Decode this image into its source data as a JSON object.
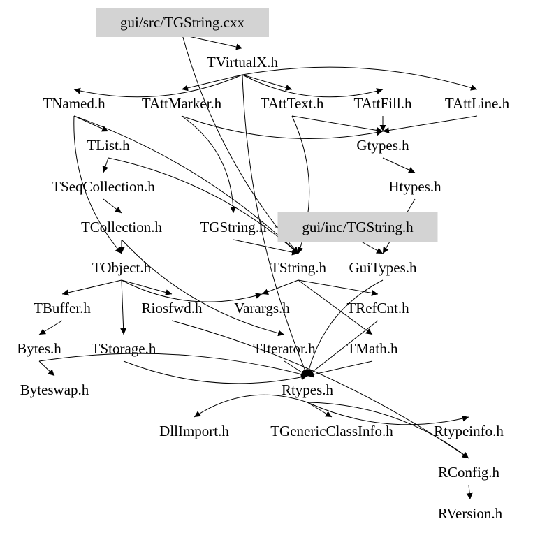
{
  "nodes": [
    {
      "id": "cxx",
      "label": "gui/src/TGString.cxx",
      "highlight": true
    },
    {
      "id": "TVirtualX",
      "label": "TVirtualX.h"
    },
    {
      "id": "TNamed",
      "label": "TNamed.h"
    },
    {
      "id": "TAttMarker",
      "label": "TAttMarker.h"
    },
    {
      "id": "TAttText",
      "label": "TAttText.h"
    },
    {
      "id": "TAttFill",
      "label": "TAttFill.h"
    },
    {
      "id": "TAttLine",
      "label": "TAttLine.h"
    },
    {
      "id": "TList",
      "label": "TList.h"
    },
    {
      "id": "Gtypes",
      "label": "Gtypes.h"
    },
    {
      "id": "TSeqCollection",
      "label": "TSeqCollection.h"
    },
    {
      "id": "Htypes",
      "label": "Htypes.h"
    },
    {
      "id": "TCollection",
      "label": "TCollection.h"
    },
    {
      "id": "TGStringH",
      "label": "TGString.h"
    },
    {
      "id": "guiinc",
      "label": "gui/inc/TGString.h",
      "highlight": true
    },
    {
      "id": "TObject",
      "label": "TObject.h"
    },
    {
      "id": "TString",
      "label": "TString.h"
    },
    {
      "id": "GuiTypes",
      "label": "GuiTypes.h"
    },
    {
      "id": "TBuffer",
      "label": "TBuffer.h"
    },
    {
      "id": "Riosfwd",
      "label": "Riosfwd.h"
    },
    {
      "id": "Varargs",
      "label": "Varargs.h"
    },
    {
      "id": "TRefCnt",
      "label": "TRefCnt.h"
    },
    {
      "id": "Bytes",
      "label": "Bytes.h"
    },
    {
      "id": "TStorage",
      "label": "TStorage.h"
    },
    {
      "id": "TIterator",
      "label": "TIterator.h"
    },
    {
      "id": "TMath",
      "label": "TMath.h"
    },
    {
      "id": "Byteswap",
      "label": "Byteswap.h"
    },
    {
      "id": "Rtypes",
      "label": "Rtypes.h"
    },
    {
      "id": "DllImport",
      "label": "DllImport.h"
    },
    {
      "id": "TGenericClassInfo",
      "label": "TGenericClassInfo.h"
    },
    {
      "id": "Rtypeinfo",
      "label": "Rtypeinfo.h"
    },
    {
      "id": "RConfig",
      "label": "RConfig.h"
    },
    {
      "id": "RVersion",
      "label": "RVersion.h"
    }
  ],
  "edges": [
    [
      "cxx",
      "TVirtualX"
    ],
    [
      "cxx",
      "TString"
    ],
    [
      "TVirtualX",
      "TNamed"
    ],
    [
      "TVirtualX",
      "TAttMarker"
    ],
    [
      "TVirtualX",
      "TAttText"
    ],
    [
      "TVirtualX",
      "TAttFill"
    ],
    [
      "TVirtualX",
      "TAttLine"
    ],
    [
      "TVirtualX",
      "Rtypes"
    ],
    [
      "TNamed",
      "TList"
    ],
    [
      "TNamed",
      "TObject"
    ],
    [
      "TNamed",
      "TString"
    ],
    [
      "TAttMarker",
      "Gtypes"
    ],
    [
      "TAttMarker",
      "TGStringH"
    ],
    [
      "TAttText",
      "Gtypes"
    ],
    [
      "TAttText",
      "TString"
    ],
    [
      "TAttFill",
      "Gtypes"
    ],
    [
      "TAttLine",
      "Gtypes"
    ],
    [
      "Gtypes",
      "Htypes"
    ],
    [
      "Htypes",
      "GuiTypes"
    ],
    [
      "TList",
      "TSeqCollection"
    ],
    [
      "TList",
      "TString"
    ],
    [
      "TSeqCollection",
      "TCollection"
    ],
    [
      "TCollection",
      "TObject"
    ],
    [
      "TCollection",
      "TIterator"
    ],
    [
      "TGStringH",
      "TString"
    ],
    [
      "guiinc",
      "GuiTypes"
    ],
    [
      "TGStringH",
      "guiinc"
    ],
    [
      "TObject",
      "TBuffer"
    ],
    [
      "TObject",
      "Riosfwd"
    ],
    [
      "TObject",
      "Varargs"
    ],
    [
      "TObject",
      "TStorage"
    ],
    [
      "TString",
      "Varargs"
    ],
    [
      "TString",
      "TRefCnt"
    ],
    [
      "TString",
      "TMath"
    ],
    [
      "TBuffer",
      "Bytes"
    ],
    [
      "Bytes",
      "Byteswap"
    ],
    [
      "Bytes",
      "Rtypes"
    ],
    [
      "TStorage",
      "Rtypes"
    ],
    [
      "Riosfwd",
      "RConfig"
    ],
    [
      "TIterator",
      "Rtypes"
    ],
    [
      "TMath",
      "Rtypes"
    ],
    [
      "GuiTypes",
      "Rtypes"
    ],
    [
      "TRefCnt",
      "Rtypes"
    ],
    [
      "Rtypes",
      "DllImport"
    ],
    [
      "Rtypes",
      "TGenericClassInfo"
    ],
    [
      "Rtypes",
      "Rtypeinfo"
    ],
    [
      "Rtypes",
      "RConfig"
    ],
    [
      "RConfig",
      "RVersion"
    ]
  ]
}
